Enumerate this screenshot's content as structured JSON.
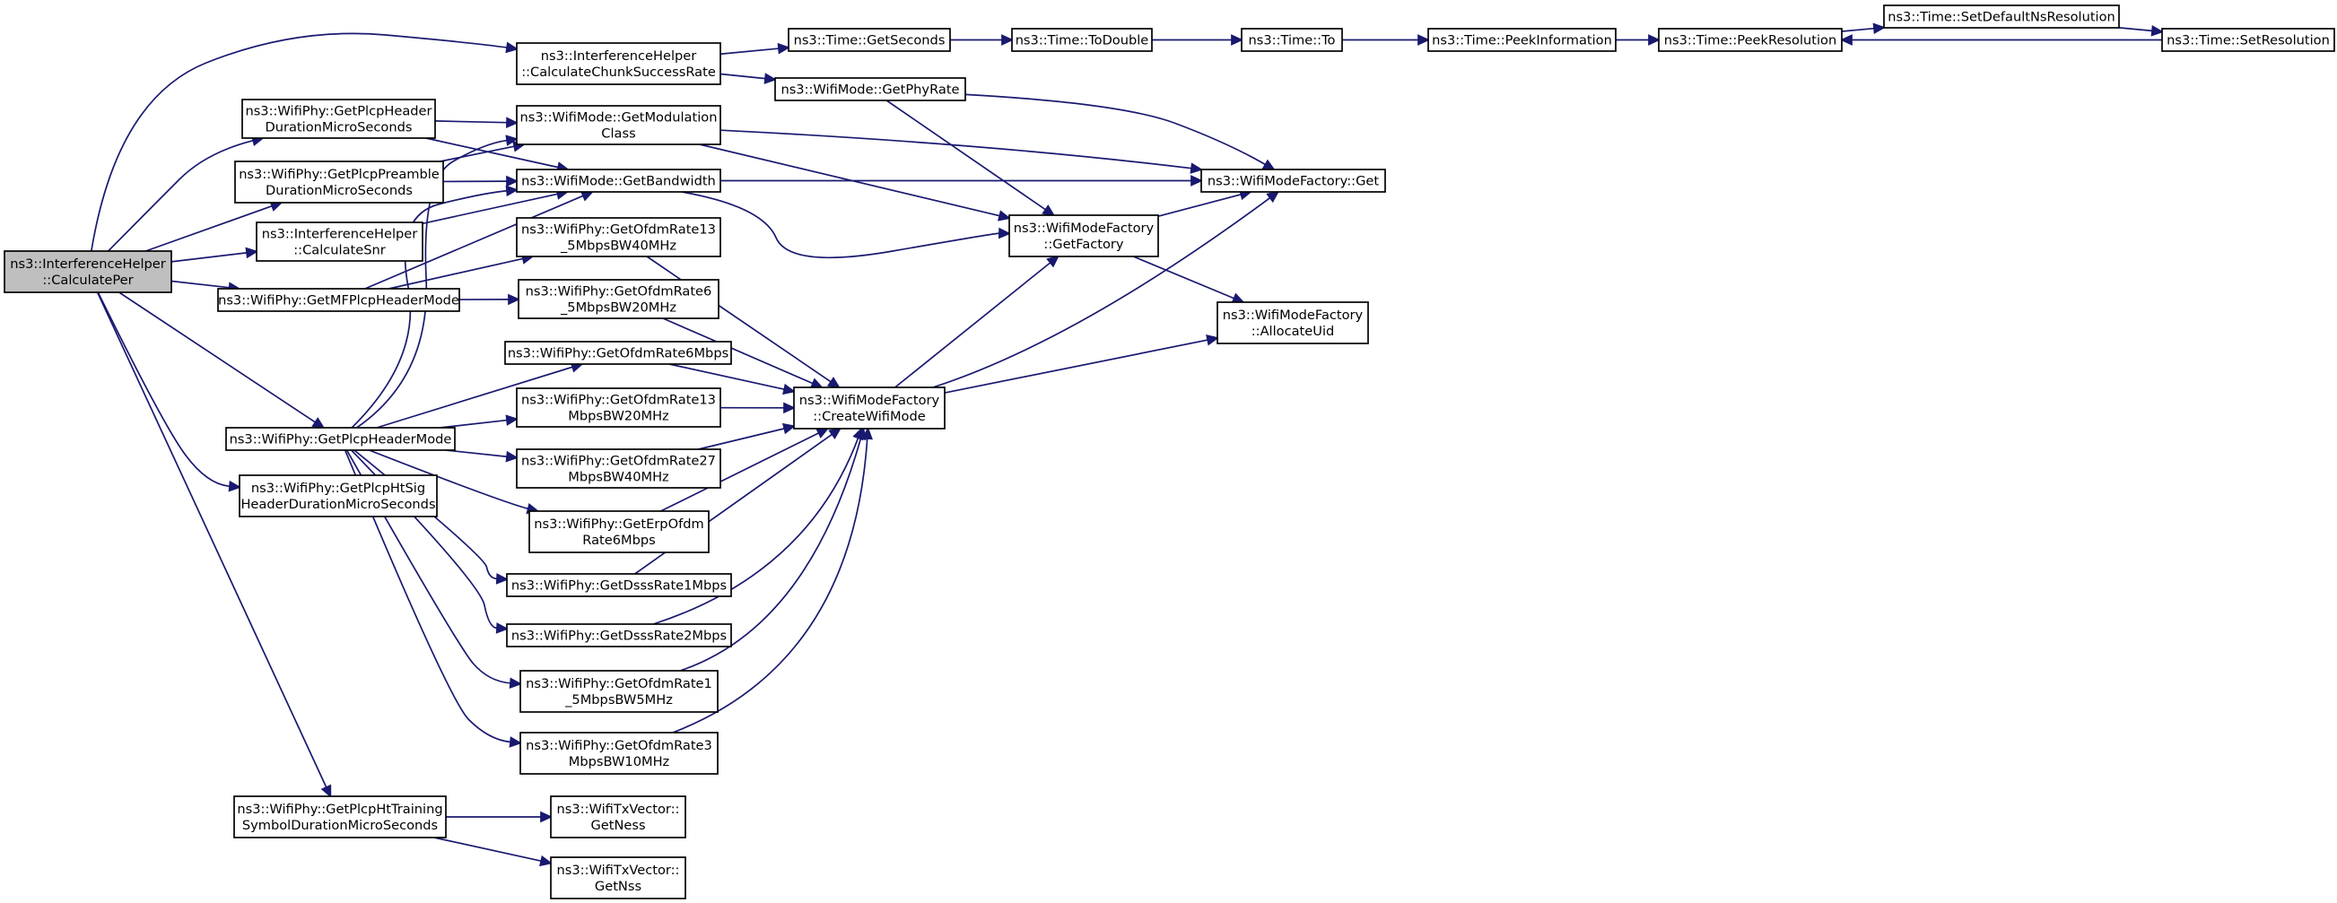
{
  "graph": {
    "nodes": [
      {
        "id": "calcPer",
        "lines": [
          "ns3::InterferenceHelper",
          "::CalculatePer"
        ],
        "root": true
      },
      {
        "id": "chunk",
        "lines": [
          "ns3::InterferenceHelper",
          "::CalculateChunkSuccessRate"
        ]
      },
      {
        "id": "getSeconds",
        "lines": [
          "ns3::Time::GetSeconds"
        ]
      },
      {
        "id": "toDouble",
        "lines": [
          "ns3::Time::ToDouble"
        ]
      },
      {
        "id": "timeTo",
        "lines": [
          "ns3::Time::To"
        ]
      },
      {
        "id": "peekInfo",
        "lines": [
          "ns3::Time::PeekInformation"
        ]
      },
      {
        "id": "peekRes",
        "lines": [
          "ns3::Time::PeekResolution"
        ]
      },
      {
        "id": "setDefNs",
        "lines": [
          "ns3::Time::SetDefaultNsResolution"
        ]
      },
      {
        "id": "setRes",
        "lines": [
          "ns3::Time::SetResolution"
        ]
      },
      {
        "id": "phyRate",
        "lines": [
          "ns3::WifiMode::GetPhyRate"
        ]
      },
      {
        "id": "hdrDur",
        "lines": [
          "ns3::WifiPhy::GetPlcpHeader",
          "DurationMicroSeconds"
        ]
      },
      {
        "id": "modClass",
        "lines": [
          "ns3::WifiMode::GetModulation",
          "Class"
        ]
      },
      {
        "id": "preDur",
        "lines": [
          "ns3::WifiPhy::GetPlcpPreamble",
          "DurationMicroSeconds"
        ]
      },
      {
        "id": "bandwidth",
        "lines": [
          "ns3::WifiMode::GetBandwidth"
        ]
      },
      {
        "id": "factGet",
        "lines": [
          "ns3::WifiModeFactory::Get"
        ]
      },
      {
        "id": "snr",
        "lines": [
          "ns3::InterferenceHelper",
          "::CalculateSnr"
        ]
      },
      {
        "id": "o13_5_40",
        "lines": [
          "ns3::WifiPhy::GetOfdmRate13",
          "_5MbpsBW40MHz"
        ]
      },
      {
        "id": "getFactory",
        "lines": [
          "ns3::WifiModeFactory",
          "::GetFactory"
        ]
      },
      {
        "id": "mfHdr",
        "lines": [
          "ns3::WifiPhy::GetMFPlcpHeaderMode"
        ]
      },
      {
        "id": "o6_5_20",
        "lines": [
          "ns3::WifiPhy::GetOfdmRate6",
          "_5MbpsBW20MHz"
        ]
      },
      {
        "id": "allocUid",
        "lines": [
          "ns3::WifiModeFactory",
          "::AllocateUid"
        ]
      },
      {
        "id": "o6",
        "lines": [
          "ns3::WifiPhy::GetOfdmRate6Mbps"
        ]
      },
      {
        "id": "hdrMode",
        "lines": [
          "ns3::WifiPhy::GetPlcpHeaderMode"
        ]
      },
      {
        "id": "o13_20",
        "lines": [
          "ns3::WifiPhy::GetOfdmRate13",
          "MbpsBW20MHz"
        ]
      },
      {
        "id": "create",
        "lines": [
          "ns3::WifiModeFactory",
          "::CreateWifiMode"
        ]
      },
      {
        "id": "htSig",
        "lines": [
          "ns3::WifiPhy::GetPlcpHtSig",
          "HeaderDurationMicroSeconds"
        ]
      },
      {
        "id": "o27_40",
        "lines": [
          "ns3::WifiPhy::GetOfdmRate27",
          "MbpsBW40MHz"
        ]
      },
      {
        "id": "erp6",
        "lines": [
          "ns3::WifiPhy::GetErpOfdm",
          "Rate6Mbps"
        ]
      },
      {
        "id": "dsss1",
        "lines": [
          "ns3::WifiPhy::GetDsssRate1Mbps"
        ]
      },
      {
        "id": "dsss2",
        "lines": [
          "ns3::WifiPhy::GetDsssRate2Mbps"
        ]
      },
      {
        "id": "o1_5_5",
        "lines": [
          "ns3::WifiPhy::GetOfdmRate1",
          "_5MbpsBW5MHz"
        ]
      },
      {
        "id": "o3_10",
        "lines": [
          "ns3::WifiPhy::GetOfdmRate3",
          "MbpsBW10MHz"
        ]
      },
      {
        "id": "htTrain",
        "lines": [
          "ns3::WifiPhy::GetPlcpHtTraining",
          "SymbolDurationMicroSeconds"
        ]
      },
      {
        "id": "getNess",
        "lines": [
          "ns3::WifiTxVector::",
          "GetNess"
        ]
      },
      {
        "id": "getNss",
        "lines": [
          "ns3::WifiTxVector::",
          "GetNss"
        ]
      }
    ],
    "edges": [
      [
        "calcPer",
        "chunk"
      ],
      [
        "calcPer",
        "hdrDur"
      ],
      [
        "calcPer",
        "preDur"
      ],
      [
        "calcPer",
        "snr"
      ],
      [
        "calcPer",
        "mfHdr"
      ],
      [
        "calcPer",
        "hdrMode"
      ],
      [
        "calcPer",
        "htSig"
      ],
      [
        "calcPer",
        "htTrain"
      ],
      [
        "chunk",
        "getSeconds"
      ],
      [
        "chunk",
        "phyRate"
      ],
      [
        "getSeconds",
        "toDouble"
      ],
      [
        "toDouble",
        "timeTo"
      ],
      [
        "timeTo",
        "peekInfo"
      ],
      [
        "peekInfo",
        "peekRes"
      ],
      [
        "peekRes",
        "setDefNs"
      ],
      [
        "setDefNs",
        "setRes"
      ],
      [
        "setRes",
        "peekRes"
      ],
      [
        "phyRate",
        "getFactory"
      ],
      [
        "phyRate",
        "factGet"
      ],
      [
        "hdrDur",
        "modClass"
      ],
      [
        "hdrDur",
        "bandwidth"
      ],
      [
        "preDur",
        "modClass"
      ],
      [
        "preDur",
        "bandwidth"
      ],
      [
        "modClass",
        "factGet"
      ],
      [
        "modClass",
        "getFactory"
      ],
      [
        "bandwidth",
        "factGet"
      ],
      [
        "bandwidth",
        "getFactory"
      ],
      [
        "snr",
        "bandwidth"
      ],
      [
        "mfHdr",
        "o13_5_40"
      ],
      [
        "mfHdr",
        "o6_5_20"
      ],
      [
        "mfHdr",
        "bandwidth"
      ],
      [
        "o13_5_40",
        "create"
      ],
      [
        "o6_5_20",
        "create"
      ],
      [
        "hdrMode",
        "modClass"
      ],
      [
        "hdrMode",
        "bandwidth"
      ],
      [
        "hdrMode",
        "o6"
      ],
      [
        "hdrMode",
        "o13_20"
      ],
      [
        "hdrMode",
        "o27_40"
      ],
      [
        "hdrMode",
        "erp6"
      ],
      [
        "hdrMode",
        "dsss1"
      ],
      [
        "hdrMode",
        "dsss2"
      ],
      [
        "hdrMode",
        "o1_5_5"
      ],
      [
        "hdrMode",
        "o3_10"
      ],
      [
        "o6",
        "create"
      ],
      [
        "o13_20",
        "create"
      ],
      [
        "o27_40",
        "create"
      ],
      [
        "erp6",
        "create"
      ],
      [
        "dsss1",
        "create"
      ],
      [
        "dsss2",
        "create"
      ],
      [
        "o1_5_5",
        "create"
      ],
      [
        "o3_10",
        "create"
      ],
      [
        "create",
        "getFactory"
      ],
      [
        "create",
        "factGet"
      ],
      [
        "create",
        "allocUid"
      ],
      [
        "getFactory",
        "factGet"
      ],
      [
        "getFactory",
        "allocUid"
      ],
      [
        "htTrain",
        "getNess"
      ],
      [
        "htTrain",
        "getNss"
      ]
    ]
  }
}
